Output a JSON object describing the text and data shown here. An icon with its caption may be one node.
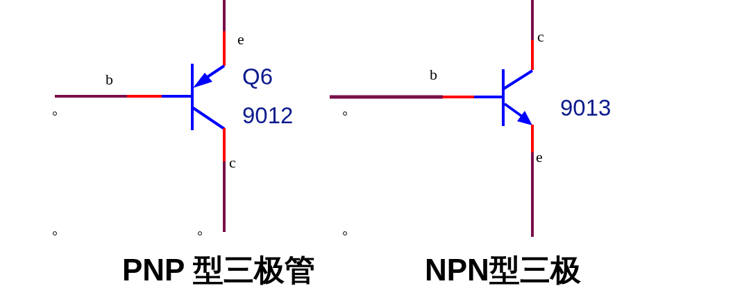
{
  "diagram": {
    "labels": [
      "e",
      "b",
      "Q6",
      "9012",
      "c",
      "c",
      "b",
      "9013",
      "e",
      "PNP 型三极管",
      "NPN型三极"
    ]
  }
}
